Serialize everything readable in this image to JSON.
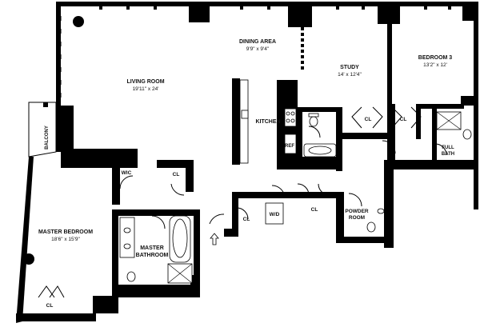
{
  "rooms": {
    "living_room": {
      "name": "LIVING ROOM",
      "dims": "19'11\" x 24'"
    },
    "dining_area": {
      "name": "DINING AREA",
      "dims": "9'9\" x 9'4\""
    },
    "study": {
      "name": "STUDY",
      "dims": "14' x 12'4\""
    },
    "bedroom_3": {
      "name": "BEDROOM 3",
      "dims": "13'2\" x 12'"
    },
    "kitchen": {
      "name": "KITCHEN"
    },
    "ref": {
      "name": "REF"
    },
    "full_bath": {
      "name_line1": "FULL",
      "name_line2": "BATH"
    },
    "balcony": {
      "name": "BALCONY"
    },
    "wic": {
      "name": "WIC"
    },
    "master_bedroom": {
      "name": "MASTER BEDROOM",
      "dims": "18'6\" x 15'9\""
    },
    "master_bathroom": {
      "name_line1": "MASTER",
      "name_line2": "BATHROOM"
    },
    "wd": {
      "name": "W/D"
    },
    "powder_room": {
      "name_line1": "POWDER",
      "name_line2": "ROOM"
    }
  },
  "closets": {
    "label": "CL"
  }
}
